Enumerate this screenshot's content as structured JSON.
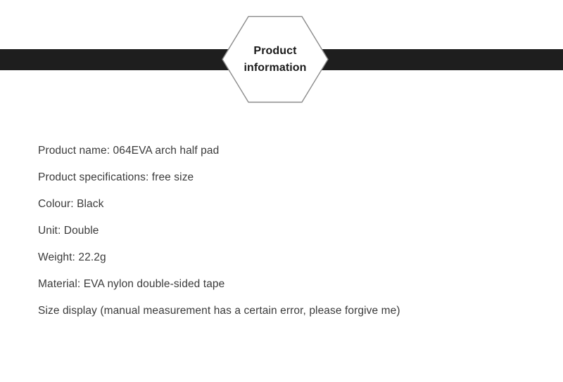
{
  "banner": {
    "bar_color": "#1e1e1e",
    "hexagon": {
      "fill_color": "#ffffff",
      "border_color": "#8c8c8c",
      "title_line1": "Product",
      "title_line2": "information"
    }
  },
  "content": {
    "text_color": "#3b3b3b",
    "spec_lines": [
      "Product name: 064EVA arch half pad",
      "Product specifications: free size",
      "Colour: Black",
      "Unit: Double",
      "Weight: 22.2g",
      "Material: EVA nylon double-sided tape",
      "Size display (manual measurement has a certain error, please forgive me)"
    ]
  }
}
